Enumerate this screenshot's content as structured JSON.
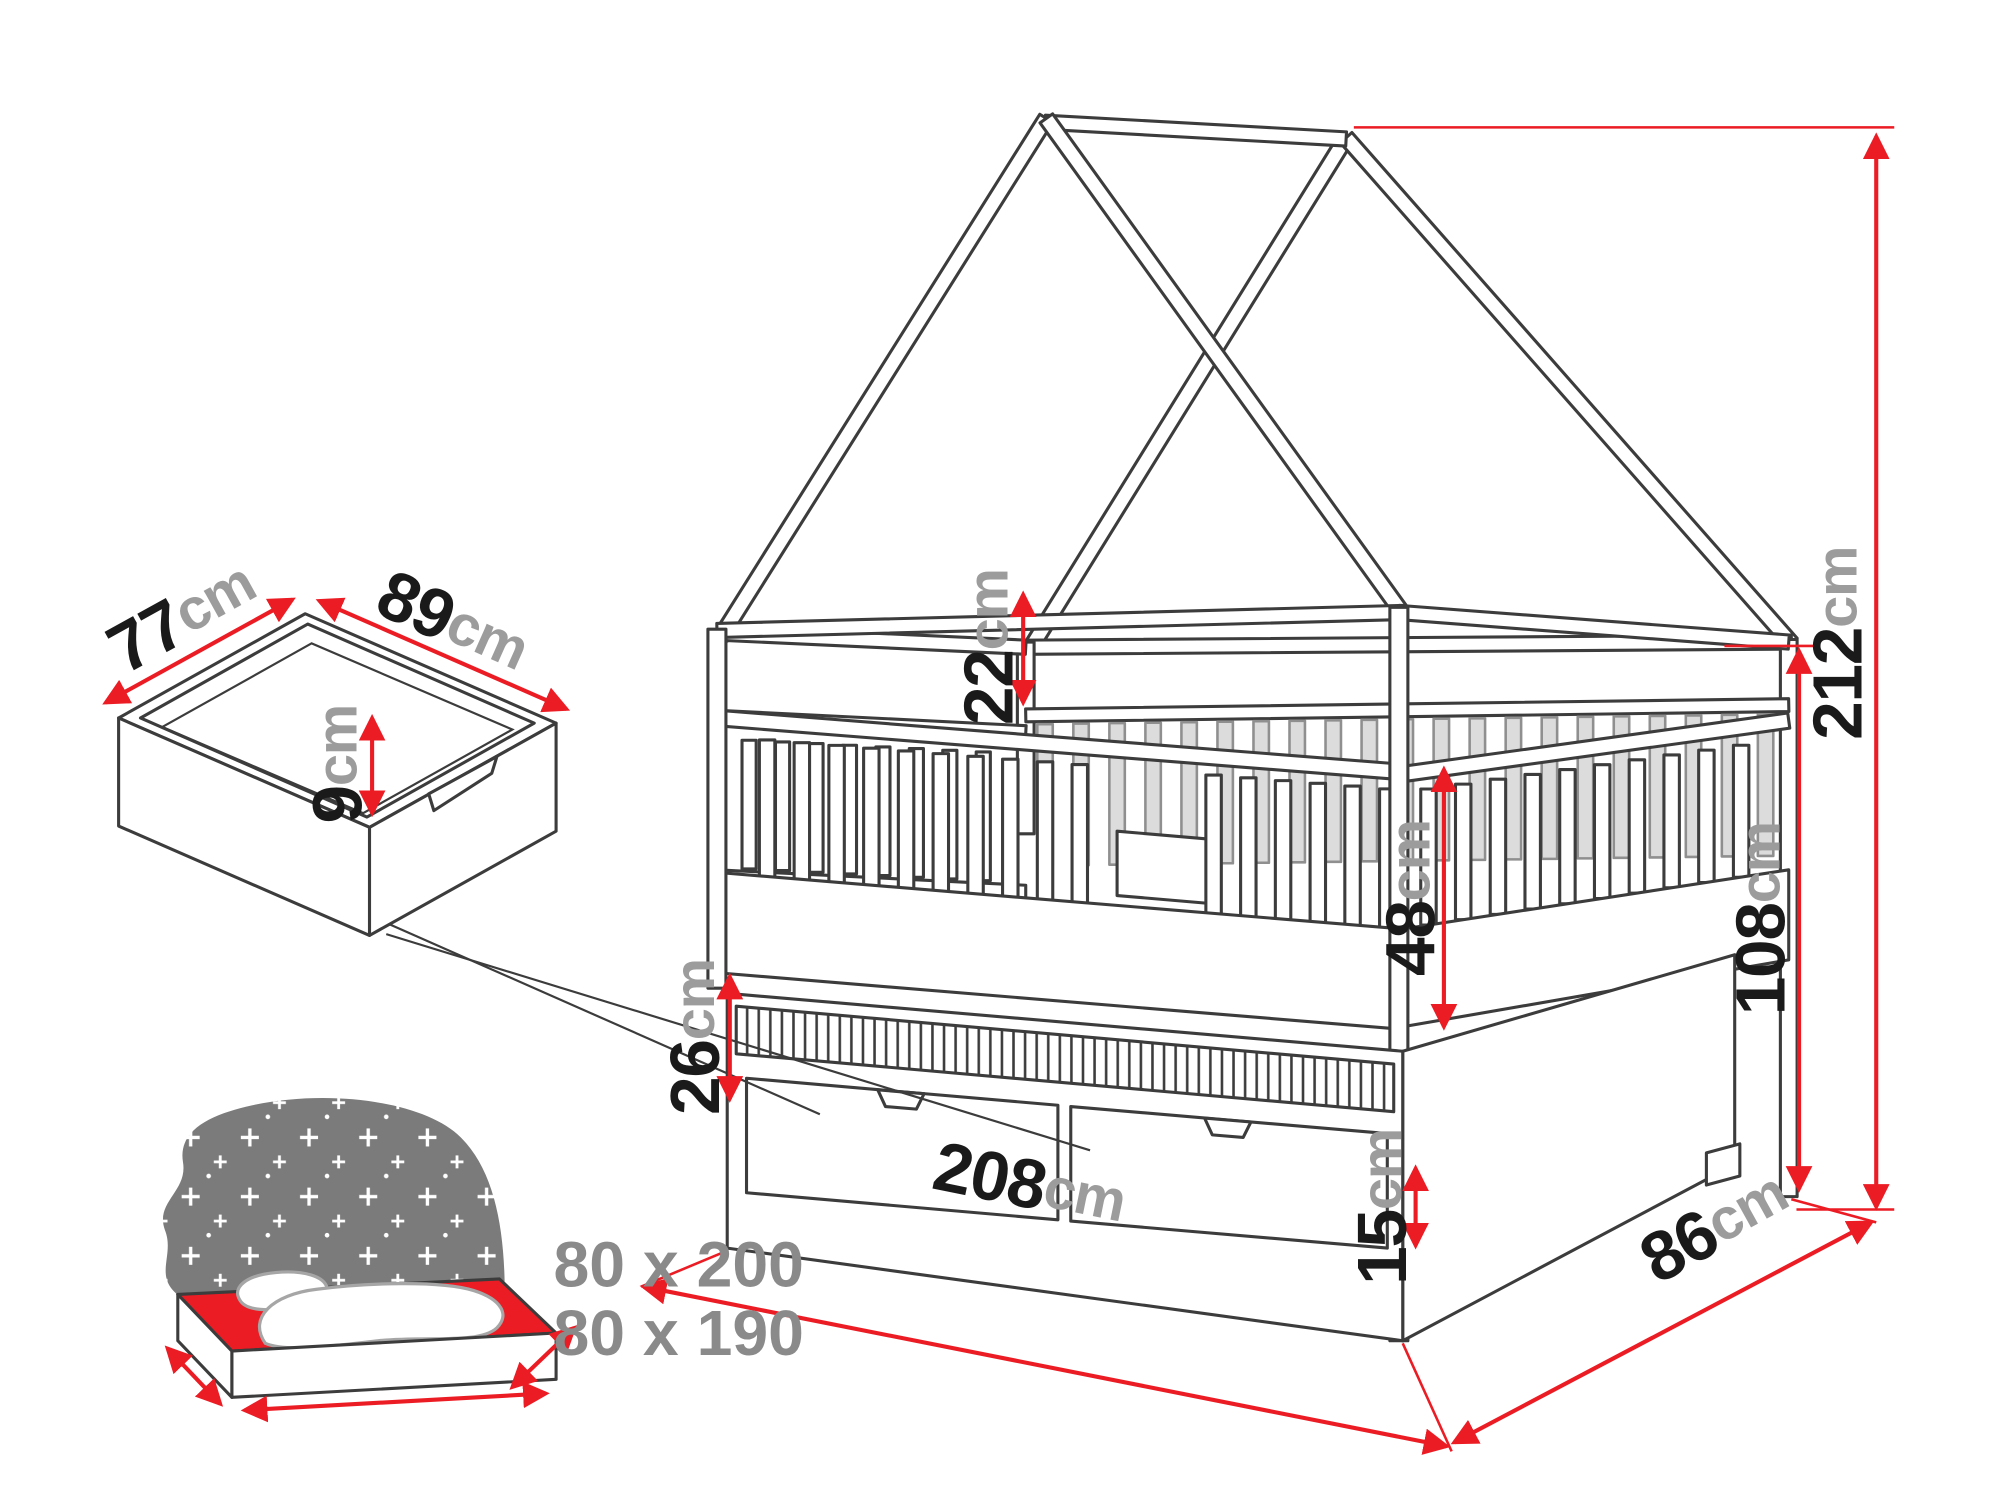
{
  "dimensions": {
    "total_height": {
      "value": "212",
      "unit": "cm"
    },
    "frame_height": {
      "value": "108",
      "unit": "cm"
    },
    "roof_rail_gap": {
      "value": "22",
      "unit": "cm"
    },
    "guardrail_height": {
      "value": "48",
      "unit": "cm"
    },
    "trundle_height": {
      "value": "26",
      "unit": "cm"
    },
    "base_height": {
      "value": "15",
      "unit": "cm"
    },
    "bed_length": {
      "value": "208",
      "unit": "cm"
    },
    "bed_width": {
      "value": "86",
      "unit": "cm"
    }
  },
  "drawer_detail": {
    "width": {
      "value": "77",
      "unit": "cm"
    },
    "length": {
      "value": "89",
      "unit": "cm"
    },
    "inner_height": {
      "value": "9",
      "unit": "cm"
    }
  },
  "mattress_icon": {
    "size_top": "80 x 200",
    "size_bottom": "80 x 190"
  },
  "colors": {
    "dimension_red": "#ec1c24",
    "outline": "#3c3c3c",
    "number_black": "#1a1a1a",
    "unit_gray": "#9c9c9c",
    "headboard_gray": "#7b7b7b",
    "size_text_gray": "#8a8a8a"
  }
}
